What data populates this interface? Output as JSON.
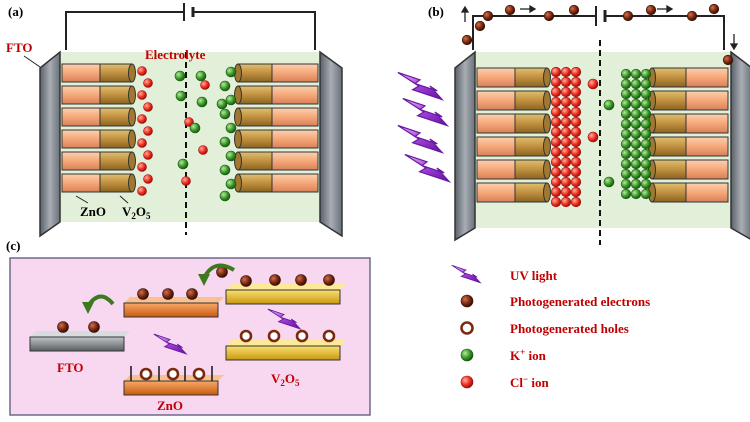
{
  "panels": {
    "a": "(a)",
    "b": "(b)",
    "c": "(c)"
  },
  "panel_a": {
    "fto_label": "FTO",
    "electrolyte_label": "Electrolyte",
    "zno_label": "ZnO",
    "v2o5_main": "V",
    "v2o5_sub1": "2",
    "v2o5_o": "O",
    "v2o5_sub2": "5"
  },
  "panel_c": {
    "fto_label": "FTO",
    "zno_label": "ZnO",
    "v2o5_main": "V",
    "v2o5_sub1": "2",
    "v2o5_o": "O",
    "v2o5_sub2": "5"
  },
  "legend": [
    {
      "key": "uv",
      "label": "UV light"
    },
    {
      "key": "electron",
      "label": "Photogenerated electrons"
    },
    {
      "key": "hole",
      "label": "Photogenerated holes"
    },
    {
      "key": "k",
      "label": "K",
      "sup": "+",
      "tail": " ion"
    },
    {
      "key": "cl",
      "label": "Cl",
      "sup": "−",
      "tail": " ion"
    }
  ],
  "colors": {
    "rod_zno": "#f5b08a",
    "rod_v2o5": "#c8a04a",
    "electrolyte_bg": "#e2f0d9",
    "electrode": "#7f8790",
    "label_red": "#c00000",
    "cl_ion": "#ff3030",
    "k_ion": "#3c8a2a",
    "electron": "#7a2a10",
    "uv": "#9a40c8",
    "panel_c_bg": "#f8d8f0",
    "orange_bar": "#e57a30",
    "yellow_bar": "#e8c030",
    "grey_bar": "#8a8e92"
  }
}
